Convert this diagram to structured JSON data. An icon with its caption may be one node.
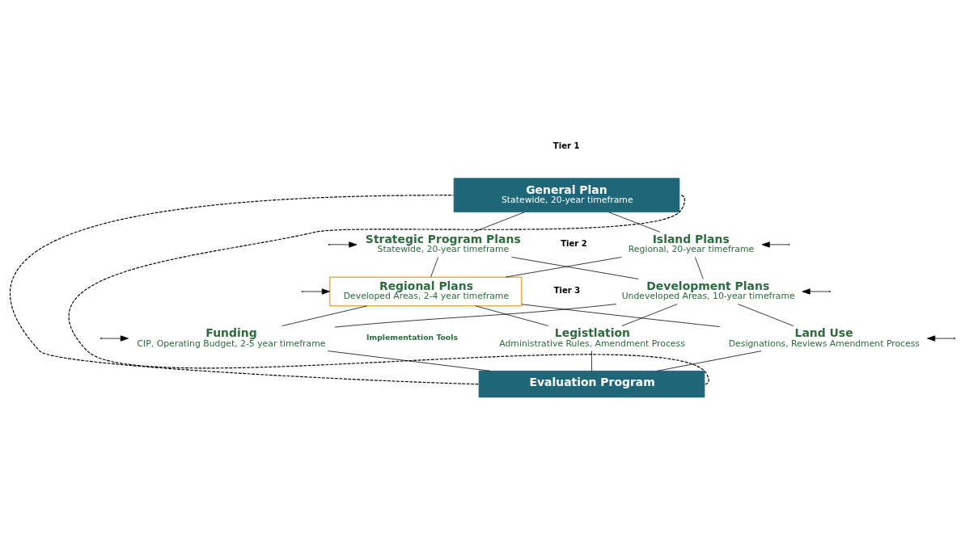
{
  "diagram": {
    "nodes": [
      {
        "text": [
          "General Plan",
          "Statewide, 20-year timeframe"
        ]
      },
      {
        "text": [
          "Strategic Program Plans",
          "Statewide, 20-year timeframe"
        ]
      },
      {
        "text": [
          "Island Plans",
          "Regional, 20-year timeframe"
        ]
      },
      {
        "text": [
          "Regional Plans",
          "Developed Areas, 2-4 year timeframe"
        ]
      },
      {
        "text": [
          "Development Plans",
          "Undeveloped Areas, 10-year timeframe"
        ]
      },
      {
        "text": [
          "Funding",
          "CIP, Operating Budget, 2-5 year timeframe"
        ]
      },
      {
        "text": [
          "Legistlation",
          "Administrative Rules, Amendment Process"
        ]
      },
      {
        "text": [
          "Land Use",
          "Designations, Reviews Amendment Process"
        ]
      },
      {
        "text": [
          "Evaluation Program"
        ]
      }
    ],
    "edges": [
      {
        "from": 0,
        "to": 1,
        "arrow": "none"
      },
      {
        "from": 0,
        "to": 2,
        "arrow": "none"
      },
      {
        "from": 1,
        "to": 3,
        "arrow": "none"
      },
      {
        "from": 1,
        "to": 4,
        "arrow": "none"
      },
      {
        "from": 2,
        "to": 3,
        "arrow": "none"
      },
      {
        "from": 2,
        "to": 4,
        "arrow": "none"
      },
      {
        "from": 3,
        "to": 5,
        "arrow": "none"
      },
      {
        "from": 3,
        "to": 6,
        "arrow": "none"
      },
      {
        "from": 3,
        "to": 7,
        "arrow": "none"
      },
      {
        "from": 4,
        "to": 5,
        "arrow": "none"
      },
      {
        "from": 4,
        "to": 6,
        "arrow": "none"
      },
      {
        "from": 4,
        "to": 7,
        "arrow": "none"
      },
      {
        "from": 5,
        "to": 8,
        "arrow": "none"
      },
      {
        "from": 6,
        "to": 8,
        "arrow": "none"
      },
      {
        "from": 7,
        "to": 8,
        "arrow": "none"
      },
      {
        "from": 8,
        "to": 0,
        "arrow": "none",
        "style": "dashed"
      },
      {
        "from": 8,
        "to": 0,
        "arrow": "none",
        "style": "dashed"
      },
      {
        "from": null,
        "to": 1,
        "arrow": "to"
      },
      {
        "from": null,
        "to": 3,
        "arrow": "to"
      },
      {
        "from": null,
        "to": 5,
        "arrow": "to"
      },
      {
        "from": null,
        "to": 2,
        "arrow": "to"
      },
      {
        "from": null,
        "to": 4,
        "arrow": "to"
      },
      {
        "from": null,
        "to": 7,
        "arrow": "to"
      }
    ],
    "labels": [
      "Tier 1",
      "Tier 2",
      "Tier 3",
      "Implementation Tools"
    ]
  }
}
